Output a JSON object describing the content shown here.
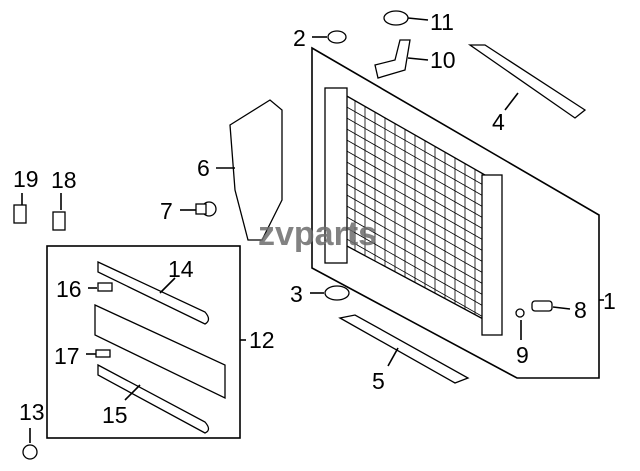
{
  "diagram": {
    "watermark": "zvparts",
    "callouts": [
      {
        "id": "1",
        "part": "radiator-assembly"
      },
      {
        "id": "2",
        "part": "cap"
      },
      {
        "id": "3",
        "part": "support-cushion-lower"
      },
      {
        "id": "4",
        "part": "upper-support"
      },
      {
        "id": "5",
        "part": "lower-seal"
      },
      {
        "id": "6",
        "part": "side-deflector"
      },
      {
        "id": "7",
        "part": "bolt"
      },
      {
        "id": "8",
        "part": "drain-cock"
      },
      {
        "id": "9",
        "part": "o-ring"
      },
      {
        "id": "10",
        "part": "filler-neck"
      },
      {
        "id": "11",
        "part": "radiator-cap"
      },
      {
        "id": "12",
        "part": "air-guide-assembly"
      },
      {
        "id": "13",
        "part": "nut"
      },
      {
        "id": "14",
        "part": "upper-seal"
      },
      {
        "id": "15",
        "part": "lower-seal-strip"
      },
      {
        "id": "16",
        "part": "pad-upper"
      },
      {
        "id": "17",
        "part": "pad-lower"
      },
      {
        "id": "18",
        "part": "bracket-right"
      },
      {
        "id": "19",
        "part": "bracket-left"
      }
    ]
  }
}
